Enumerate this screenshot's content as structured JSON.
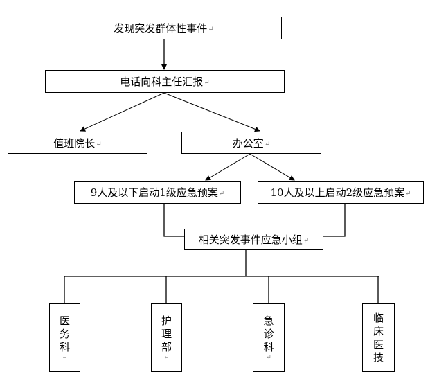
{
  "diagram": {
    "nodes": {
      "discover": {
        "label": "发现突发群体性事件"
      },
      "report": {
        "label": "电话向科主任汇报"
      },
      "duty_director": {
        "label": "值班院长"
      },
      "office": {
        "label": "办公室"
      },
      "plan_level1": {
        "label": "9人及以下启动1级应急预案"
      },
      "plan_level2": {
        "label": "10人及以上启动2级应急预案"
      },
      "response_team": {
        "label": "相关突发事件应急小组"
      },
      "medical_affairs": {
        "chars": [
          "医",
          "务",
          "科"
        ]
      },
      "nursing": {
        "chars": [
          "护",
          "理",
          "部"
        ]
      },
      "emergency": {
        "chars": [
          "急",
          "诊",
          "科"
        ]
      },
      "clinical_tech": {
        "chars": [
          "临",
          "床",
          "医",
          "技"
        ]
      }
    },
    "paragraph_mark": "↵",
    "edges": [
      {
        "from": "discover",
        "to": "report",
        "type": "arrow"
      },
      {
        "from": "report",
        "to": "duty_director",
        "type": "arrow"
      },
      {
        "from": "report",
        "to": "office",
        "type": "arrow"
      },
      {
        "from": "office",
        "to": "plan_level1",
        "type": "arrow"
      },
      {
        "from": "office",
        "to": "plan_level2",
        "type": "arrow"
      },
      {
        "from": "plan_level1",
        "to": "response_team",
        "type": "line"
      },
      {
        "from": "plan_level2",
        "to": "response_team",
        "type": "line"
      },
      {
        "from": "response_team",
        "to": "medical_affairs",
        "type": "line"
      },
      {
        "from": "response_team",
        "to": "nursing",
        "type": "line"
      },
      {
        "from": "response_team",
        "to": "emergency",
        "type": "line"
      },
      {
        "from": "response_team",
        "to": "clinical_tech",
        "type": "line"
      }
    ]
  }
}
